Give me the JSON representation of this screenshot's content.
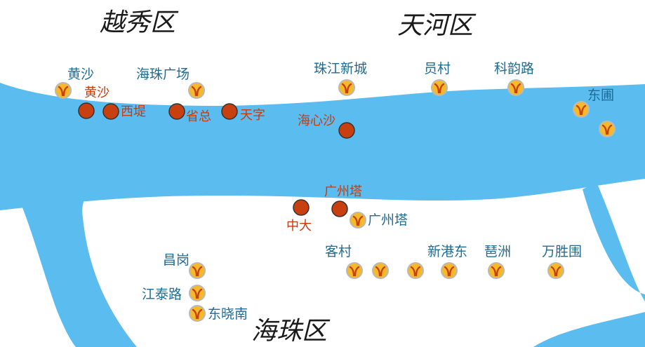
{
  "colors": {
    "river": "#5bbcf0",
    "metro_label": "#1e6b93",
    "pier_label": "#c83a0a",
    "pier_dot": "#c8400f",
    "metro_icon": "#f5b92a"
  },
  "districts": {
    "yuexiu": "越秀区",
    "tianhe": "天河区",
    "haizhu": "海珠区"
  },
  "metro_stations": {
    "huangsha": "黄沙",
    "haizhu_square": "海珠广场",
    "zhujiang_new_town": "珠江新城",
    "yuancun": "员村",
    "keyun_road": "科韵路",
    "dongpu": "东圃",
    "canton_tower": "广州塔",
    "kecun": "客村",
    "xingang_east": "新港东",
    "pazhou": "琶洲",
    "wanshengwei": "万胜围",
    "changgang": "昌岗",
    "jiangtai_road": "江泰路",
    "dongxiaonan": "东晓南"
  },
  "piers": {
    "huangsha": "黄沙",
    "xidi": "西堤",
    "shengzong": "省总",
    "tianzi": "天字",
    "haixinsha": "海心沙",
    "canton_tower": "广州塔",
    "zhongda": "中大"
  },
  "icons": {
    "metro": "metro-logo-icon",
    "pier": "pier-dot-icon"
  }
}
